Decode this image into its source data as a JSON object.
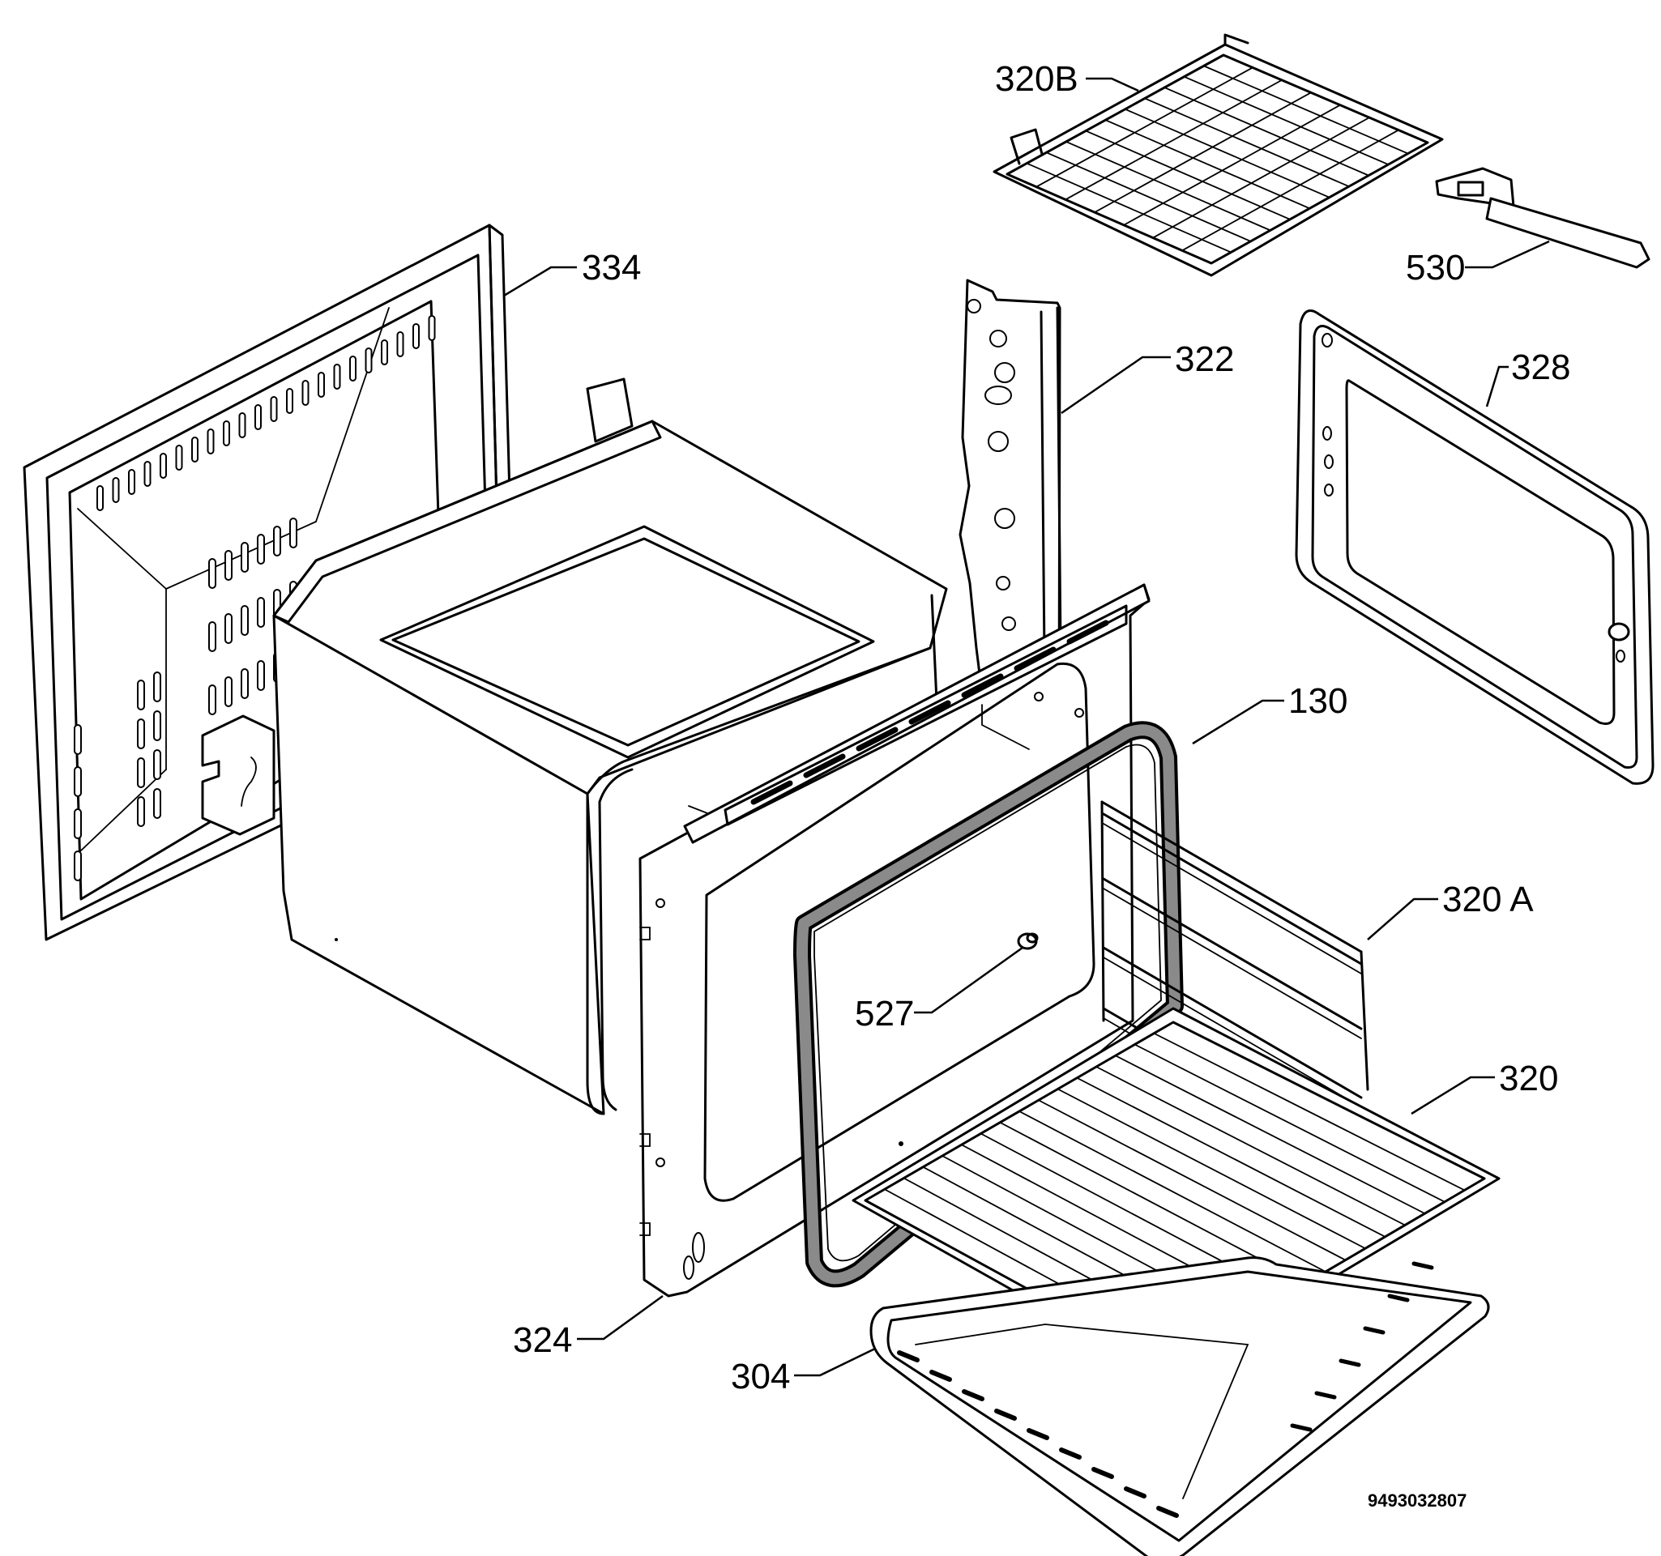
{
  "labels": {
    "p334": "334",
    "p322": "322",
    "p320b": "320B",
    "p530": "530",
    "p328": "328",
    "p130": "130",
    "p320a": "320 A",
    "p527": "527",
    "p320": "320",
    "p324": "324",
    "p304": "304"
  },
  "document_number": "9493032807"
}
